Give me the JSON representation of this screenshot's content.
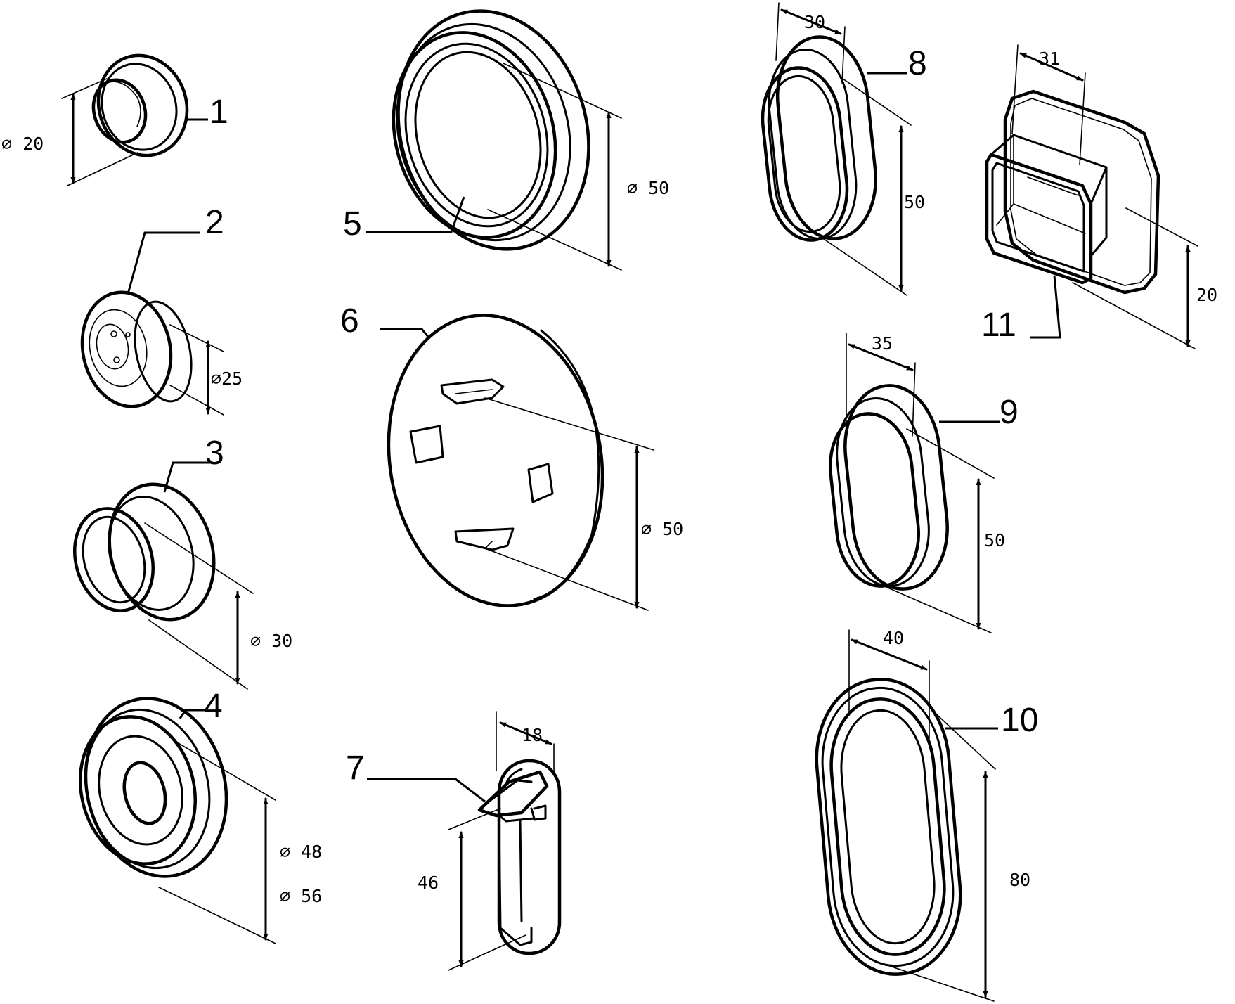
{
  "parts": [
    {
      "number": "1",
      "dimensions": [
        "⌀ 20"
      ]
    },
    {
      "number": "2",
      "dimensions": [
        "⌀25"
      ]
    },
    {
      "number": "3",
      "dimensions": [
        "⌀ 30"
      ]
    },
    {
      "number": "4",
      "dimensions": [
        "⌀ 48",
        "⌀ 56"
      ]
    },
    {
      "number": "5",
      "dimensions": [
        "⌀ 50"
      ]
    },
    {
      "number": "6",
      "dimensions": [
        "⌀ 50"
      ]
    },
    {
      "number": "7",
      "dimensions": [
        "18",
        "46"
      ]
    },
    {
      "number": "8",
      "dimensions": [
        "30",
        "50"
      ]
    },
    {
      "number": "9",
      "dimensions": [
        "35",
        "50"
      ]
    },
    {
      "number": "10",
      "dimensions": [
        "40",
        "80"
      ]
    },
    {
      "number": "11",
      "dimensions": [
        "31",
        "20"
      ]
    }
  ]
}
